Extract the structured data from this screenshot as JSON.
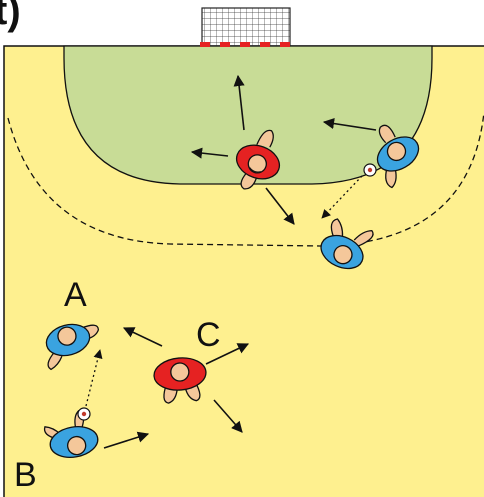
{
  "title_fragment": "t)",
  "labels": {
    "a": "A",
    "b": "B",
    "c": "C"
  },
  "colors": {
    "court": "#fef08f",
    "goal_area": "#c8dc96",
    "team_blue": "#3aa3e0",
    "team_red": "#e52222",
    "skin": "#f4c79a",
    "line": "#111111"
  }
}
